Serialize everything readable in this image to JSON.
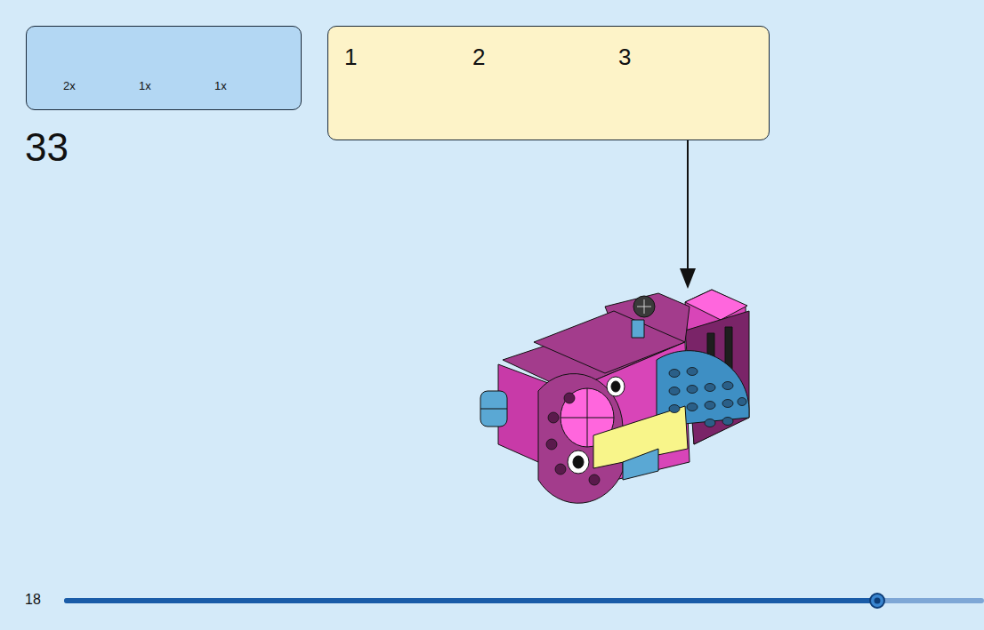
{
  "diagram": {
    "nodes": [
      {
        "text": [
          "2x",
          "1x",
          "1x"
        ]
      },
      {
        "text": [
          "1",
          "2",
          "3"
        ]
      }
    ],
    "labels": [
      "33",
      "18"
    ]
  }
}
